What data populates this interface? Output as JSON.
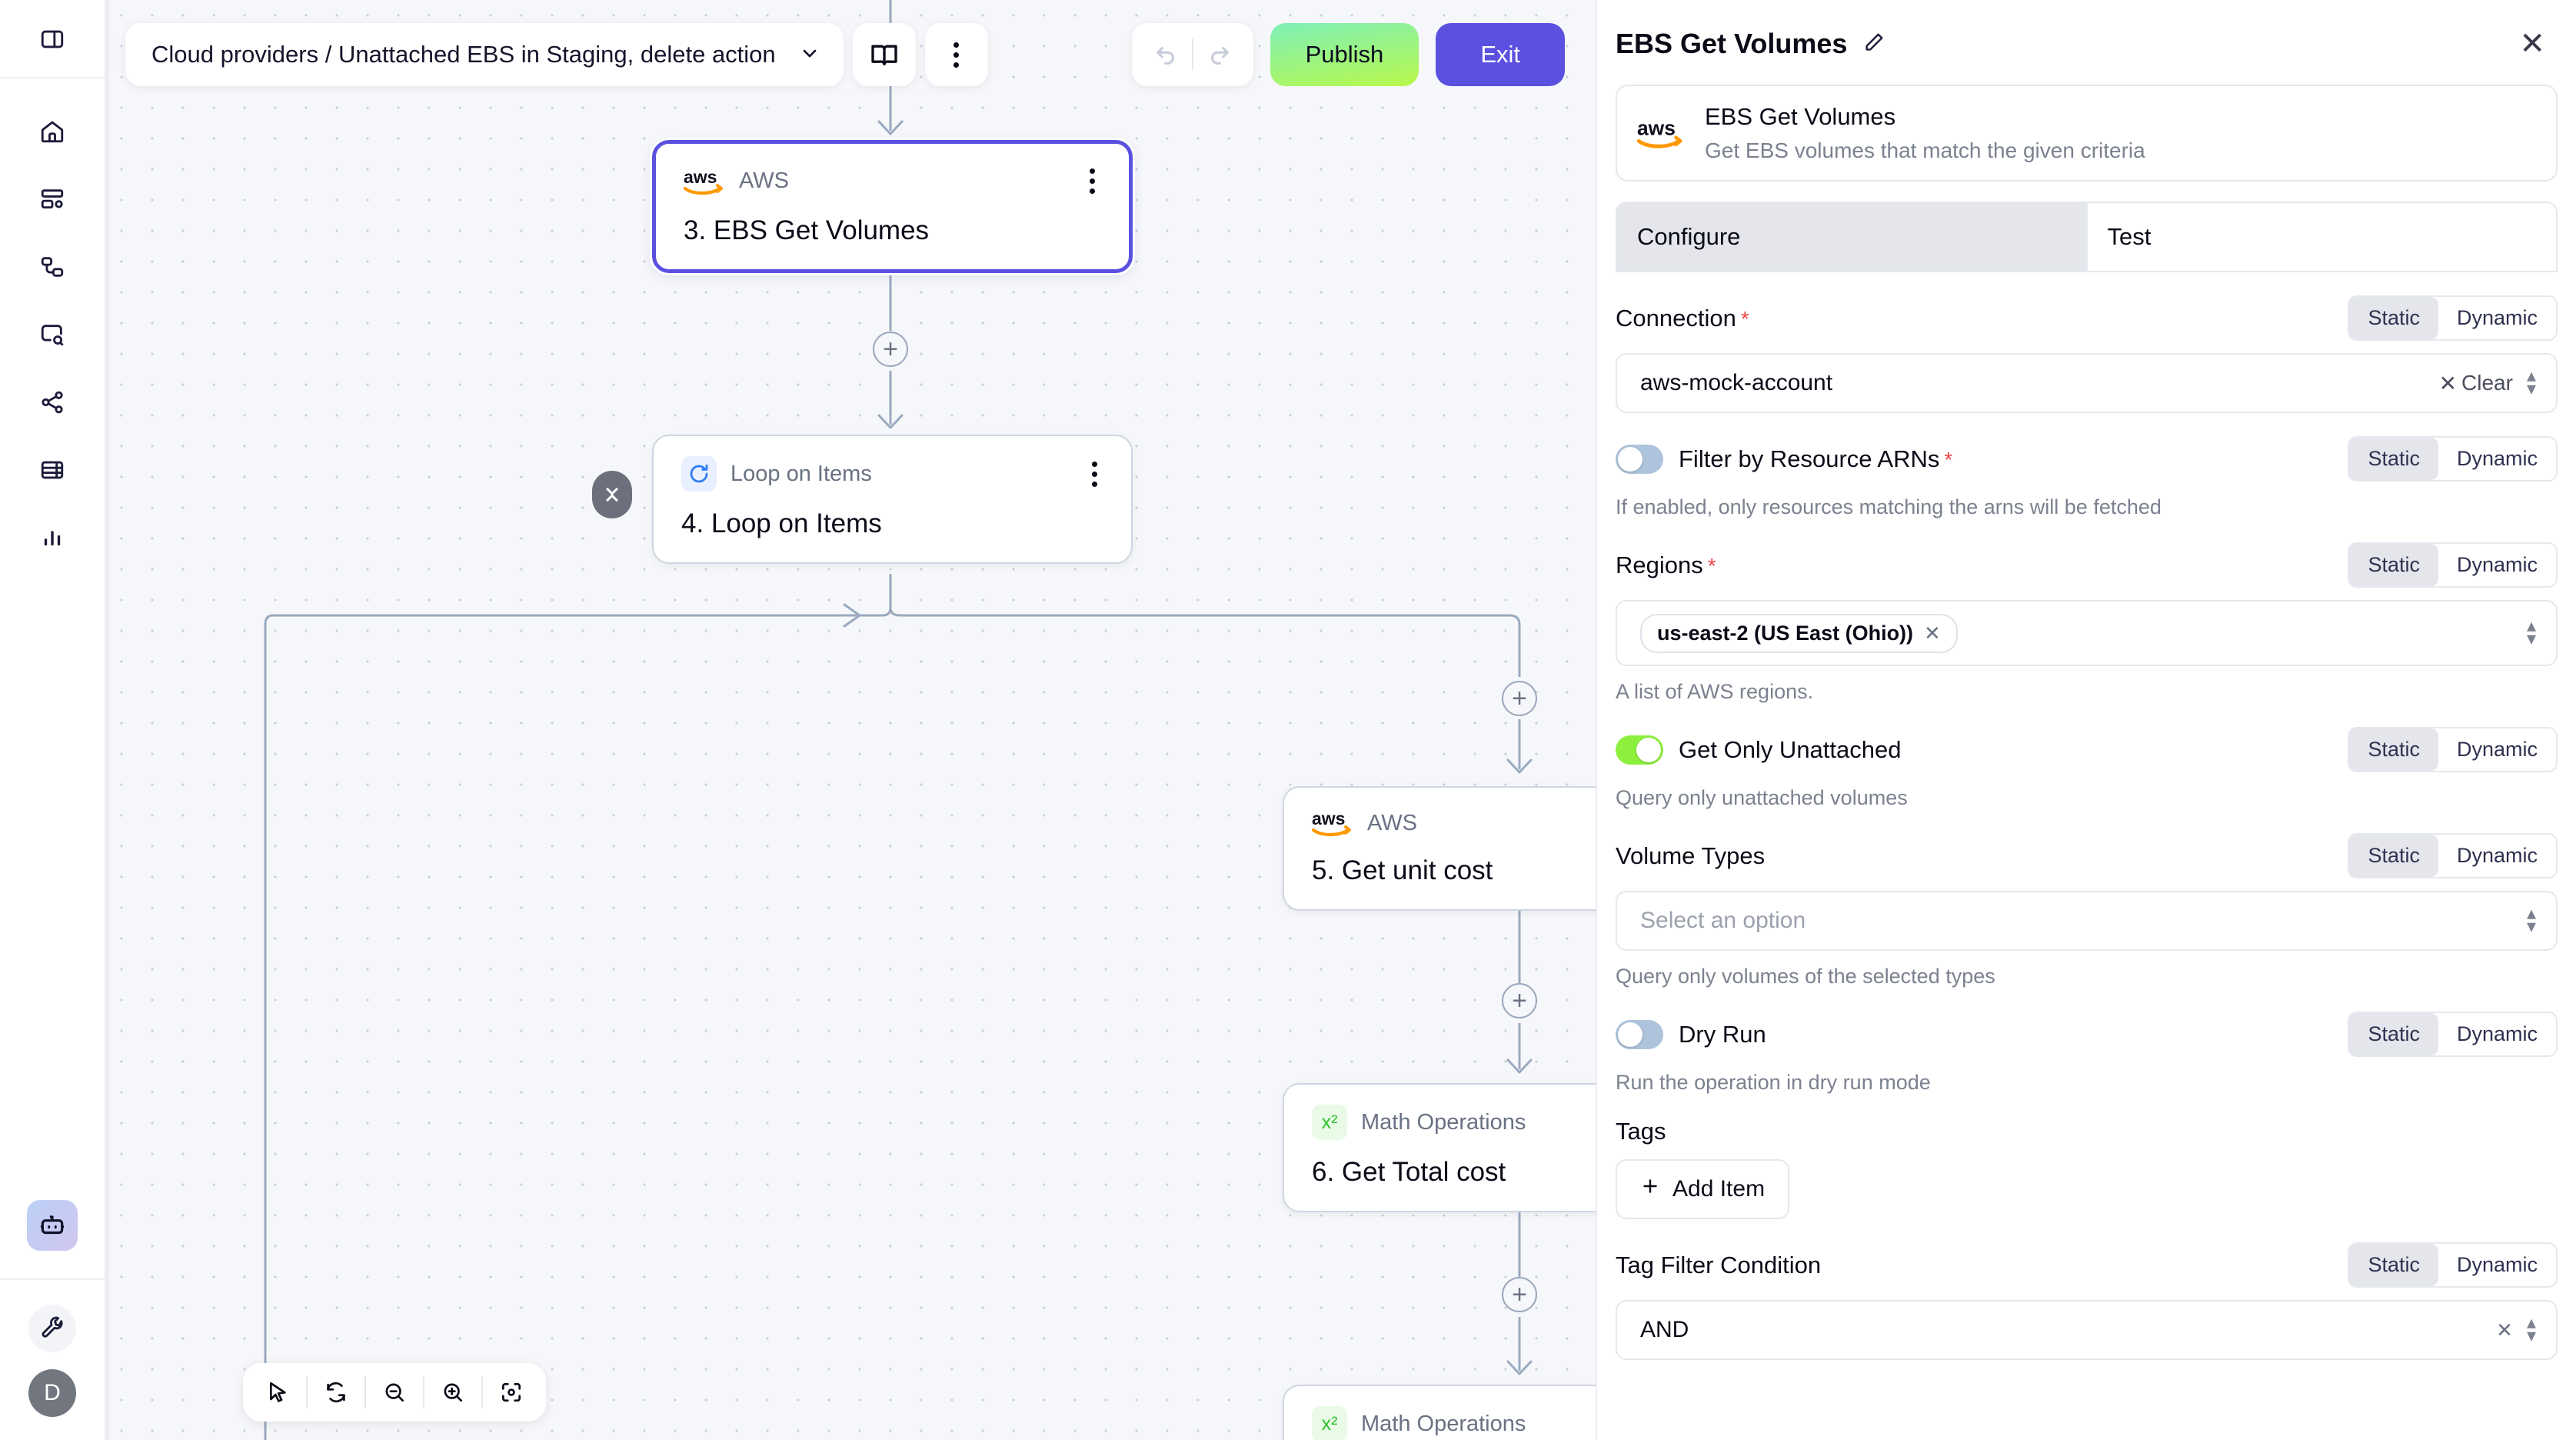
{
  "rail": {
    "top_item": {
      "name": "panel-toggle-icon",
      "label": "Toggle sidebar"
    },
    "items": [
      {
        "icon": "home-icon",
        "label": "Home"
      },
      {
        "icon": "dashboard-settings-icon",
        "label": "Dashboards"
      },
      {
        "icon": "workflows-icon",
        "label": "Workflows"
      },
      {
        "icon": "search-chat-icon",
        "label": "Query"
      },
      {
        "icon": "share-network-icon",
        "label": "Integrations"
      },
      {
        "icon": "table-icon",
        "label": "Tables"
      },
      {
        "icon": "bar-chart-icon",
        "label": "Analytics"
      }
    ],
    "bot_items": [
      {
        "icon": "robot-icon",
        "label": "Agent"
      },
      {
        "icon": "wrench-icon",
        "label": "Tools"
      }
    ],
    "avatar_initial": "D"
  },
  "toolbar": {
    "breadcrumb": "Cloud providers / Unattached EBS in Staging, delete action",
    "chevron": "⌄",
    "book_icon": "book-icon",
    "kebab_icon": "kebab-menu-icon",
    "undo_icon": "undo-icon",
    "redo_icon": "redo-icon",
    "publish_label": "Publish",
    "exit_label": "Exit",
    "publish_color": "#b8f84b",
    "exit_color": "#5a51e0"
  },
  "canvas": {
    "nodes": [
      {
        "id": "n3",
        "type": "AWS",
        "icon": "aws-logo-icon",
        "title": "3. EBS Get Volumes",
        "selected": true
      },
      {
        "id": "n4",
        "type": "Loop on Items",
        "icon": "loop-icon",
        "title": "4. Loop on Items",
        "selected": false
      },
      {
        "id": "n5",
        "type": "AWS",
        "icon": "aws-logo-icon",
        "title": "5. Get unit cost",
        "selected": false
      },
      {
        "id": "n6",
        "type": "Math Operations",
        "icon": "math-icon",
        "title": "6. Get Total cost",
        "selected": false
      },
      {
        "id": "n7",
        "type": "Math Operations",
        "icon": "math-icon",
        "title": "",
        "selected": false
      }
    ],
    "add_label": "+",
    "bottom_tools": [
      {
        "icon": "cursor-icon",
        "label": "Select"
      },
      {
        "icon": "auto-layout-icon",
        "label": "Auto layout"
      },
      {
        "icon": "zoom-out-icon",
        "label": "Zoom out"
      },
      {
        "icon": "zoom-in-icon",
        "label": "Zoom in"
      },
      {
        "icon": "fit-view-icon",
        "label": "Fit view"
      }
    ]
  },
  "panel": {
    "title": "EBS Get Volumes",
    "edit_icon": "pencil-icon",
    "close_icon": "close-icon",
    "node_card": {
      "icon": "aws-logo-icon",
      "title": "EBS Get Volumes",
      "subtitle": "Get EBS volumes that match the given criteria"
    },
    "tabs": [
      {
        "label": "Configure",
        "active": true
      },
      {
        "label": "Test",
        "active": false
      }
    ],
    "seg_static": "Static",
    "seg_dynamic": "Dynamic",
    "fields": {
      "connection": {
        "label": "Connection",
        "required": true,
        "value": "aws-mock-account",
        "clear_label": "Clear",
        "mode": "Static"
      },
      "filter_arns": {
        "label": "Filter by Resource ARNs",
        "required": true,
        "enabled": false,
        "hint": "If enabled, only resources matching the arns will be fetched",
        "mode": "Static"
      },
      "regions": {
        "label": "Regions",
        "required": true,
        "chips": [
          "us-east-2 (US East (Ohio))"
        ],
        "hint": "A list of AWS regions.",
        "mode": "Static"
      },
      "get_only_unattached": {
        "label": "Get Only Unattached",
        "enabled": true,
        "hint": "Query only unattached volumes",
        "mode": "Static"
      },
      "volume_types": {
        "label": "Volume Types",
        "placeholder": "Select an option",
        "hint": "Query only volumes of the selected types",
        "mode": "Static"
      },
      "dry_run": {
        "label": "Dry Run",
        "enabled": false,
        "hint": "Run the operation in dry run mode",
        "mode": "Static"
      },
      "tags": {
        "label": "Tags",
        "add_label": "Add Item"
      },
      "tag_filter_condition": {
        "label": "Tag Filter Condition",
        "value": "AND",
        "mode": "Static"
      }
    }
  }
}
